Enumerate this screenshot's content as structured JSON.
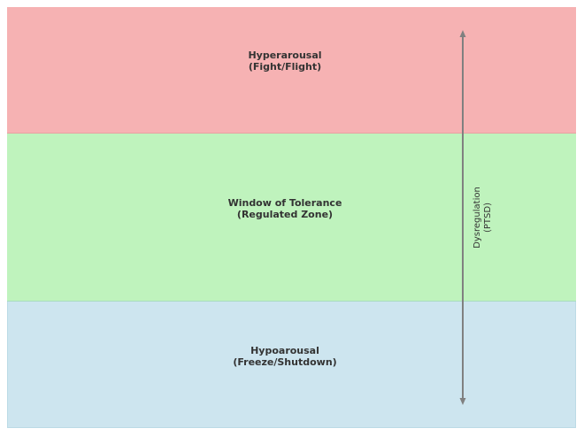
{
  "zones": {
    "hyper": {
      "title": "Hyperarousal",
      "subtitle": "(Fight/Flight)",
      "color": "#f6b2b3"
    },
    "window": {
      "title": "Window of Tolerance",
      "subtitle": "(Regulated Zone)",
      "color": "#bff3bd"
    },
    "hypo": {
      "title": "Hypoarousal",
      "subtitle": "(Freeze/Shutdown)",
      "color": "#cde5ef"
    }
  },
  "arrow": {
    "label_line1": "Dysregulation",
    "label_line2": "(PTSD)",
    "color": "#808080"
  }
}
